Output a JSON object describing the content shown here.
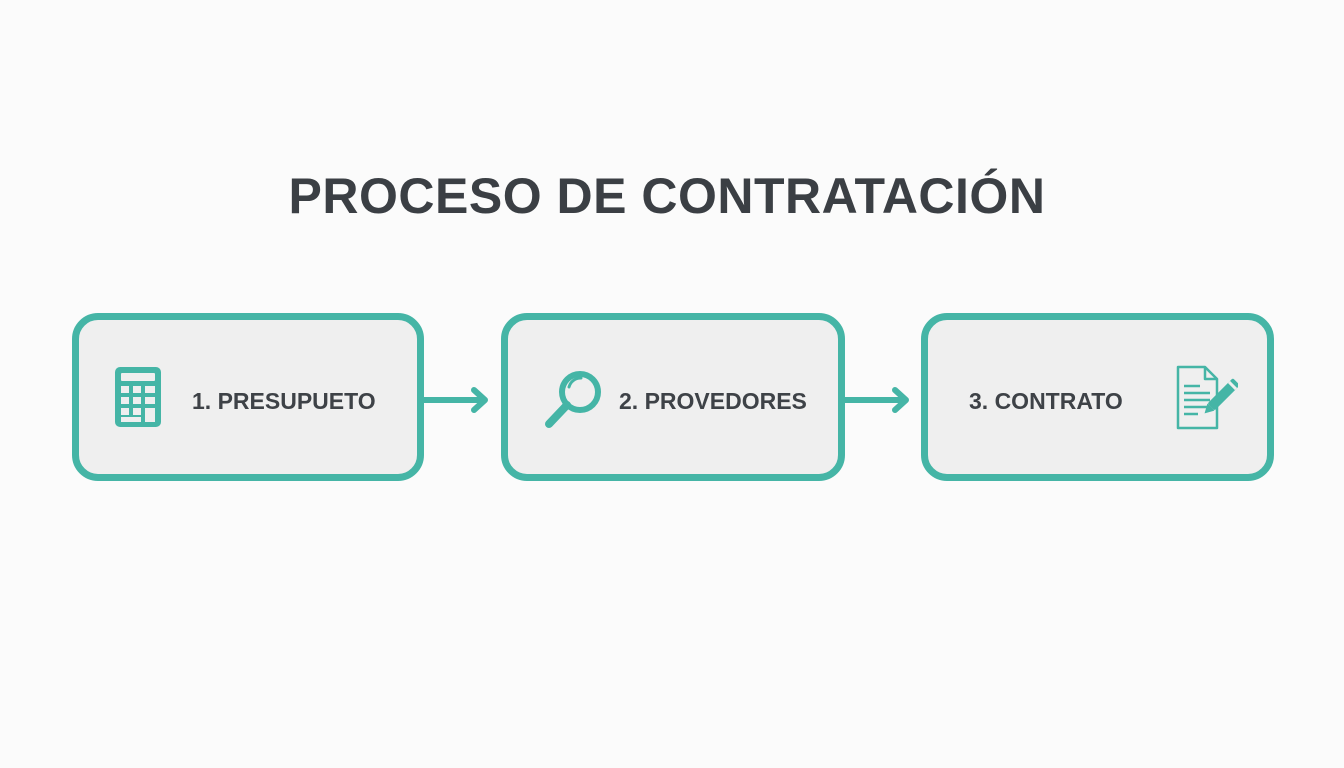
{
  "diagram": {
    "title": "PROCESO DE CONTRATACIÓN",
    "accent_color": "#45b5a6",
    "steps": [
      {
        "label": "1. PRESUPUETO",
        "icon": "calculator-icon"
      },
      {
        "label": "2. PROVEDORES",
        "icon": "magnifying-glass-icon"
      },
      {
        "label": "3. CONTRATO",
        "icon": "document-pen-icon"
      }
    ],
    "connectors": [
      {
        "from": "1. PRESUPUETO",
        "to": "2. PROVEDORES"
      },
      {
        "from": "2. PROVEDORES",
        "to": "3. CONTRATO"
      }
    ]
  }
}
